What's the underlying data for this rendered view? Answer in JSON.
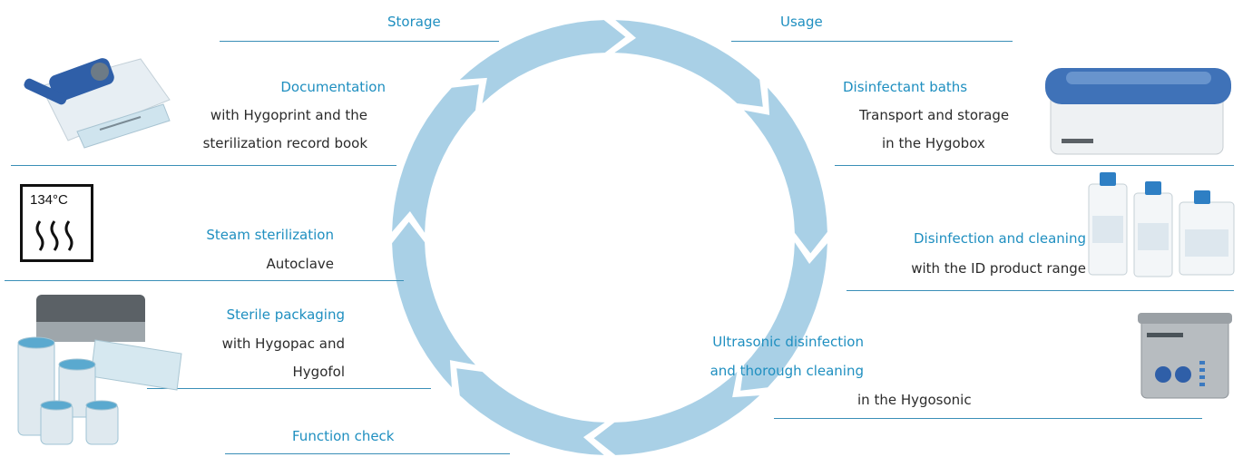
{
  "cycle": {
    "storage": {
      "title": "Storage"
    },
    "usage": {
      "title": "Usage"
    },
    "documentation": {
      "title": "Documentation",
      "line1": "with Hygoprint and the",
      "line2": "sterilization record book"
    },
    "steam": {
      "title": "Steam sterilization",
      "line1": "Autoclave",
      "temp": "134°C"
    },
    "packaging": {
      "title": "Sterile packaging",
      "line1": "with Hygopac and",
      "line2": "Hygofol"
    },
    "function_check": {
      "title": "Function check"
    },
    "baths": {
      "title": "Disinfectant baths",
      "line1": "Transport and storage",
      "line2": "in the Hygobox"
    },
    "disinfection": {
      "title": "Disinfection and cleaning",
      "line1": "with the ID product range"
    },
    "ultrasonic": {
      "title": "Ultrasonic disinfection",
      "line2": "and thorough cleaning",
      "line1": "in the Hygosonic"
    }
  },
  "colors": {
    "ring": "#a9d0e6",
    "accent_text": "#1f8fc0",
    "rule": "#3a8fb7"
  }
}
